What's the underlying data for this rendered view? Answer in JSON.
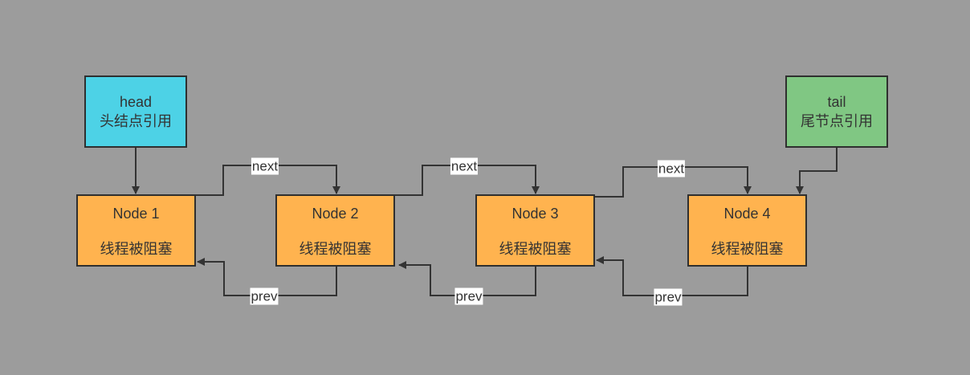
{
  "head": {
    "label": "head",
    "desc": "头结点引用",
    "color": "#4dd2e6"
  },
  "tail": {
    "label": "tail",
    "desc": "尾节点引用",
    "color": "#80c783"
  },
  "nodes": [
    {
      "title": "Node 1",
      "status": "线程被阻塞"
    },
    {
      "title": "Node 2",
      "status": "线程被阻塞"
    },
    {
      "title": "Node 3",
      "status": "线程被阻塞"
    },
    {
      "title": "Node 4",
      "status": "线程被阻塞"
    }
  ],
  "node_color": "#ffb34f",
  "edges": {
    "next": [
      "next",
      "next",
      "next"
    ],
    "prev": [
      "prev",
      "prev",
      "prev"
    ]
  }
}
